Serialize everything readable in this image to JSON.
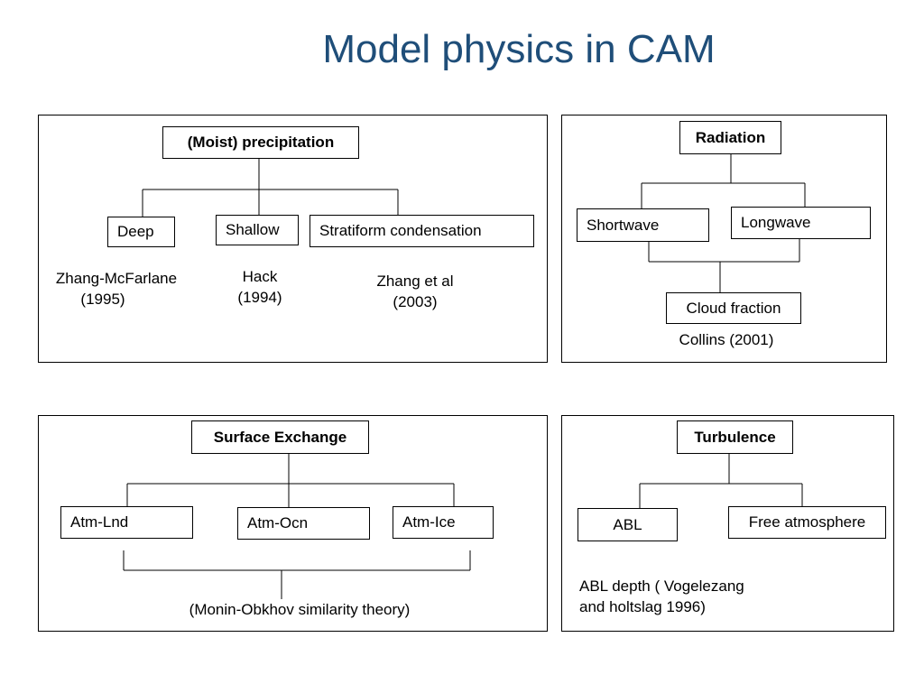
{
  "title": "Model physics in CAM",
  "precipitation": {
    "root": "(Moist) precipitation",
    "children": [
      "Deep",
      "Shallow",
      "Stratiform condensation"
    ],
    "refs": [
      {
        "line1": "Zhang-McFarlane",
        "line2": "(1995)"
      },
      {
        "line1": "Hack",
        "line2": "(1994)"
      },
      {
        "line1": "Zhang et al",
        "line2": "(2003)"
      }
    ]
  },
  "radiation": {
    "root": "Radiation",
    "children": [
      "Shortwave",
      "Longwave"
    ],
    "merged": "Cloud  fraction",
    "ref": "Collins (2001)"
  },
  "surface": {
    "root": "Surface Exchange",
    "children": [
      "Atm-Lnd",
      "Atm-Ocn",
      "Atm-Ice"
    ],
    "note": "(Monin-Obkhov similarity theory)"
  },
  "turbulence": {
    "root": "Turbulence",
    "children": [
      "ABL",
      "Free atmosphere"
    ],
    "note_line1": "ABL depth ( Vogelezang",
    "note_line2": "and holtslag 1996)"
  }
}
